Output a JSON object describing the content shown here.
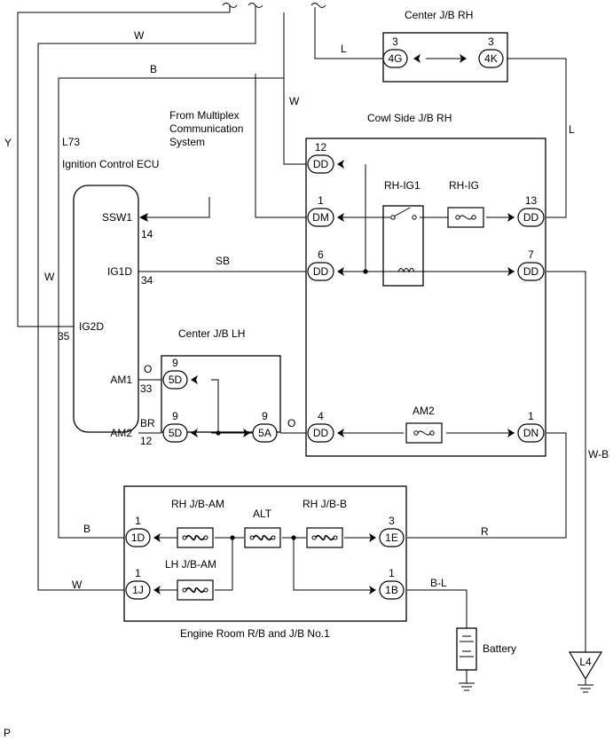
{
  "blocks": {
    "center_jb_rh": "Center J/B RH",
    "cowl_side_jb_rh": "Cowl Side J/B RH",
    "center_jb_lh": "Center J/B LH",
    "engine_room": "Engine Room R/B and J/B No.1",
    "from_multiplex": [
      "From Multiplex",
      "Communication",
      "System"
    ],
    "ecu_code": "L73",
    "ecu_name": "Ignition Control ECU"
  },
  "ecu_pins": {
    "ssw1": "SSW1",
    "ssw1_no": "14",
    "ig1d": "IG1D",
    "ig1d_no": "34",
    "ig2d": "IG2D",
    "ig2d_no": "35",
    "am1": "AM1",
    "am1_no": "33",
    "am2": "AM2",
    "am2_no": "12"
  },
  "connectors": {
    "c4g": "4G",
    "c4g_no": "3",
    "c4k": "4K",
    "c4k_no": "3",
    "dd12": "DD",
    "dd12_no": "12",
    "dm1": "DM",
    "dm1_no": "1",
    "dd13": "DD",
    "dd13_no": "13",
    "dd6": "DD",
    "dd6_no": "6",
    "dd7": "DD",
    "dd7_no": "7",
    "c5d_top": "5D",
    "c5d_top_no": "9",
    "c5d_bot": "5D",
    "c5d_bot_no": "9",
    "c5a": "5A",
    "c5a_no": "9",
    "dd4": "DD",
    "dd4_no": "4",
    "dn1": "DN",
    "dn1_no": "1",
    "c1d": "1D",
    "c1d_no": "1",
    "c1e": "1E",
    "c1e_no": "3",
    "c1j": "1J",
    "c1j_no": "1",
    "c1b": "1B",
    "c1b_no": "1"
  },
  "components": {
    "rh_ig1": "RH-IG1",
    "rh_ig": "RH-IG",
    "am2_fuse": "AM2",
    "rh_jb_am": "RH J/B-AM",
    "alt": "ALT",
    "rh_jb_b": "RH J/B-B",
    "lh_jb_am": "LH J/B-AM",
    "battery": "Battery",
    "ground": "L4"
  },
  "wire_colors": {
    "w_top": "W",
    "b_top": "B",
    "w_mid": "W",
    "y_left": "Y",
    "w_left": "W",
    "l_4g": "L",
    "l_right": "L",
    "sb": "SB",
    "o_am1": "O",
    "br_am2": "BR",
    "o_5a": "O",
    "wb": "W-B",
    "b_1d": "B",
    "w_1j": "W",
    "r_1e": "R",
    "bl": "B-L"
  },
  "corner_mark": "P"
}
